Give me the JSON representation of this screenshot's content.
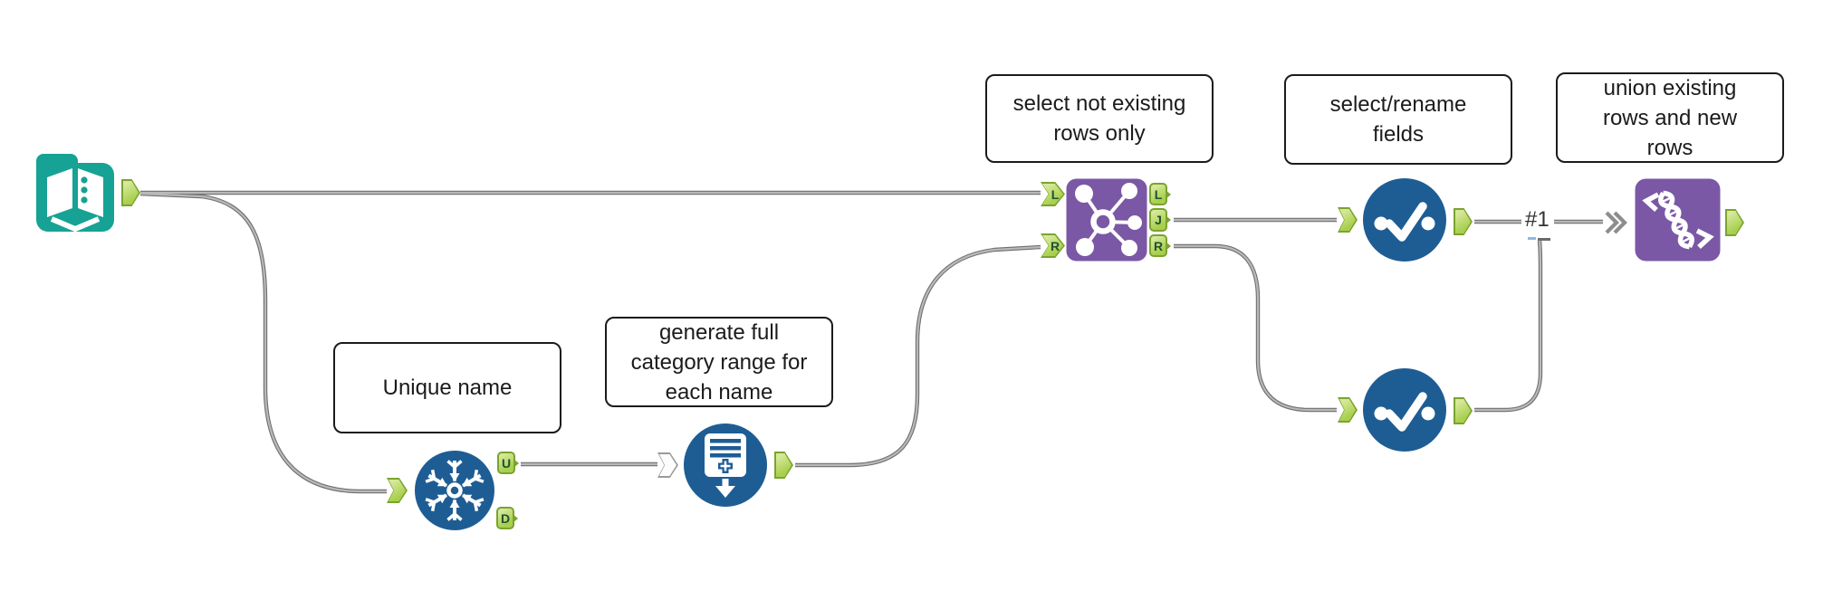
{
  "annotations": {
    "unique": {
      "lines": [
        "Unique name"
      ]
    },
    "generate": {
      "lines": [
        "generate full",
        "category range for",
        "each name"
      ]
    },
    "join": {
      "lines": [
        "select not existing",
        "rows only"
      ]
    },
    "select": {
      "lines": [
        "select/rename",
        "fields"
      ]
    },
    "union": {
      "lines": [
        "union existing",
        "rows and new",
        "rows"
      ]
    }
  },
  "connection": {
    "label": "#1"
  },
  "ports": {
    "unique_u": "U",
    "unique_d": "D",
    "join_in_l": "L",
    "join_in_r": "R",
    "join_out_l": "L",
    "join_out_j": "J",
    "join_out_r": "R"
  },
  "icons": {
    "input_data": "open-book-icon",
    "unique": "snowflake-icon",
    "generate_rows": "document-plus-arrow-icon",
    "join": "network-join-icon",
    "select": "checkmark-dots-icon",
    "union": "dna-helix-icon",
    "union_input": "double-chevron-icon"
  },
  "colors": {
    "canvas-bg": "#ffffff",
    "teal": "#16A294",
    "blue": "#1E5D94",
    "purple": "#7A58A5",
    "port-green": "#A8CF4D",
    "port-green-light": "#D6E89A",
    "port-green-dark": "#7BA32F",
    "port-letter": "#1F5130",
    "wire": "#6F6F6F",
    "wire-light": "#B9B9B9",
    "note-border": "#1B1B1B",
    "note-text": "#1B1B1B",
    "conn-label": "#333333",
    "chevron-gray": "#8D8D8D"
  }
}
